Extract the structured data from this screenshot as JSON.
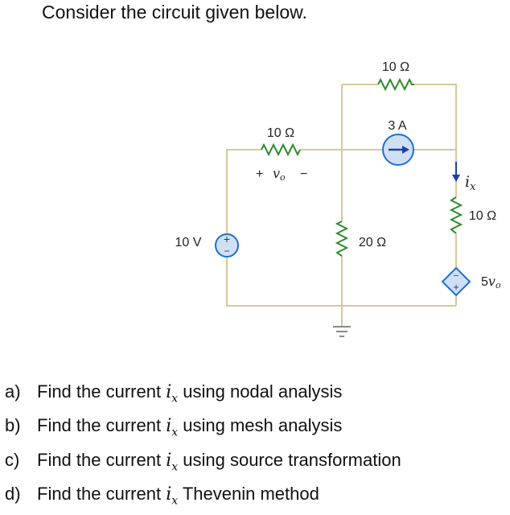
{
  "prompt": "Consider the circuit given below.",
  "circuit": {
    "source_voltage_label": "10 V",
    "resistor_left_label": "10 Ω",
    "resistor_top_label": "10 Ω",
    "current_source_label": "3 A",
    "resistor_middle_label": "20 Ω",
    "resistor_right_label": "10 Ω",
    "vo_plus": "+",
    "vo_var": "v",
    "vo_sub": "o",
    "vo_minus": "−",
    "ix_var": "i",
    "ix_sub": "x",
    "dep_source_coef": "5",
    "dep_source_var": "v",
    "dep_source_sub": "o",
    "dep_plus": "+",
    "dep_minus": "−",
    "src_plus": "+",
    "src_minus": "−",
    "colors": {
      "source_fill": "#cfe0f5",
      "source_stroke": "#1f6fd1",
      "resistor_stroke": "#2e8b2e",
      "wire": "#d9c79a",
      "arrow": "#1d3fa8"
    }
  },
  "questions": [
    {
      "letter": "a)",
      "prefix": "Find the current ",
      "var": "i",
      "sub": "x",
      "suffix": " using nodal analysis"
    },
    {
      "letter": "b)",
      "prefix": "Find the current ",
      "var": "i",
      "sub": "x",
      "suffix": " using mesh analysis"
    },
    {
      "letter": "c)",
      "prefix": "Find the current ",
      "var": "i",
      "sub": "x",
      "suffix": " using source transformation"
    },
    {
      "letter": "d)",
      "prefix": "Find the current ",
      "var": "i",
      "sub": "x",
      "suffix": " Thevenin method"
    }
  ]
}
